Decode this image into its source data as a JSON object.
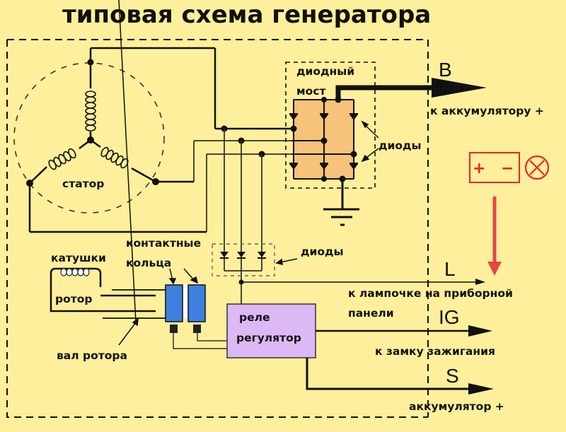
{
  "title": "типовая схема генератора",
  "labels": {
    "diode_bridge_1": "диодный",
    "diode_bridge_2": "мост",
    "diodes_bridge": "диоды",
    "stator": "статор",
    "contact_rings_1": "контактные",
    "contact_rings_2": "кольца",
    "rotor_coils": "катушки",
    "rotor": "ротор",
    "rotor_shaft": "вал ротора",
    "aux_diodes": "диоды",
    "regulator_1": "реле",
    "regulator_2": "регулятор"
  },
  "terminals": [
    {
      "id": "B",
      "label": "B",
      "desc": "к аккумулятору +"
    },
    {
      "id": "L",
      "label": "L",
      "desc_1": "к лампочке на приборной",
      "desc_2": "панели"
    },
    {
      "id": "IG",
      "label": "IG",
      "desc": "к замку зажигания"
    },
    {
      "id": "S",
      "label": "S",
      "desc": "аккумулятор +"
    }
  ],
  "indicator": {
    "battery_plus": "+",
    "battery_minus": "−",
    "color": "#e8262a",
    "arrow_color": "#e04848"
  },
  "colors": {
    "background": "#fdef9b",
    "bridge_fill": "#f7c27a",
    "regulator_fill": "#dcb8f5",
    "ring_fill": "#3e7fe0",
    "wire": "#111111"
  }
}
